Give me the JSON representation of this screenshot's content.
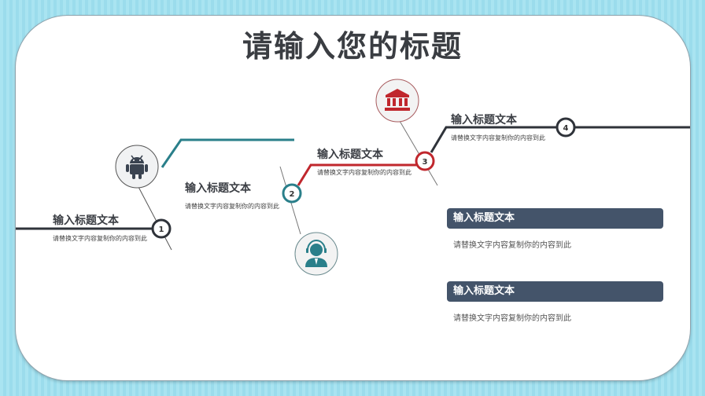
{
  "slide": {
    "title": "请输入您的标题",
    "colors": {
      "background_stripe_a": "#a9e4f1",
      "background_stripe_b": "#9bdcec",
      "dark": "#2f333a",
      "teal": "#2a7f8a",
      "red": "#c0272d",
      "navy_bar": "#44546a"
    }
  },
  "steps": [
    {
      "number": "1",
      "title": "输入标题文本",
      "description": "请替换文字内容复制你的内容到此",
      "color": "#2f333a"
    },
    {
      "number": "2",
      "title": "输入标题文本",
      "description": "请替换文字内容复制你的内容到此",
      "color": "#2a7f8a"
    },
    {
      "number": "3",
      "title": "输入标题文本",
      "description": "请替换文字内容复制你的内容到此",
      "color": "#c0272d"
    },
    {
      "number": "4",
      "title": "输入标题文本",
      "description": "请替换文字内容复制你的内容到此",
      "color": "#2f333a"
    }
  ],
  "icons": [
    {
      "name": "android-icon",
      "color": "#3a4350"
    },
    {
      "name": "bank-icon",
      "color": "#c0272d"
    },
    {
      "name": "headset-support-icon",
      "color": "#2a7f8a"
    }
  ],
  "info_boxes": [
    {
      "title": "输入标题文本",
      "description": "请替换文字内容复制你的内容到此"
    },
    {
      "title": "输入标题文本",
      "description": "请替换文字内容复制你的内容到此"
    }
  ]
}
